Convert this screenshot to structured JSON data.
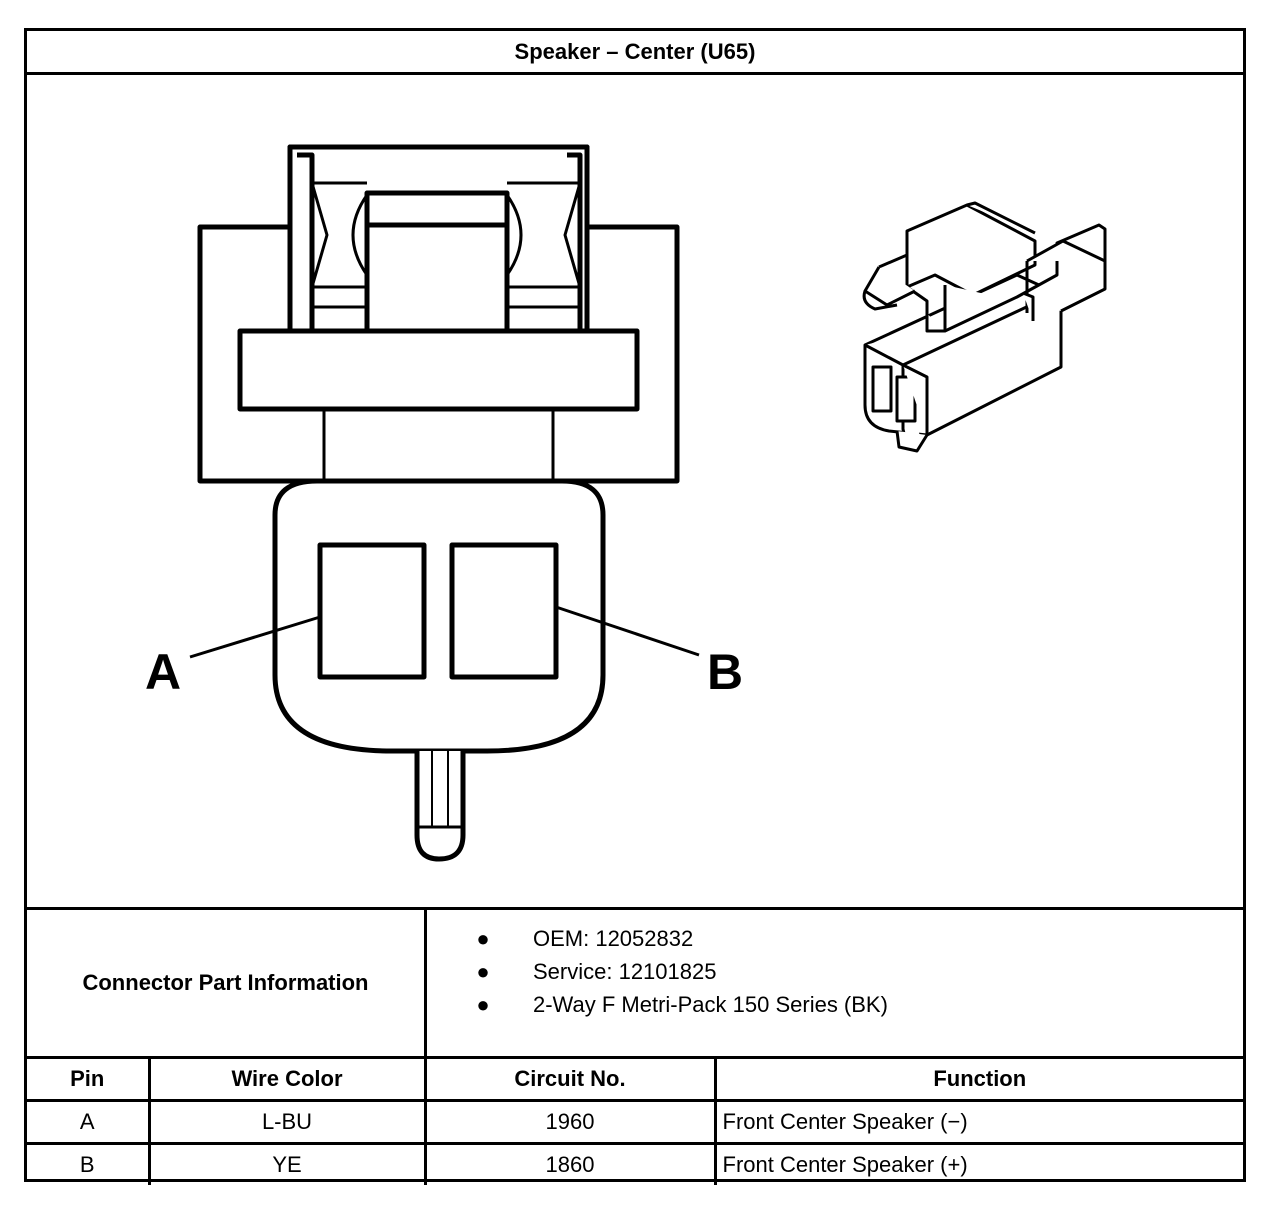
{
  "title": "Speaker – Center (U65)",
  "diagram": {
    "pin_labels": [
      "A",
      "B"
    ]
  },
  "connector_info": {
    "label": "Connector Part Information",
    "items": [
      "OEM: 12052832",
      "Service: 12101825",
      "2-Way F Metri-Pack 150 Series (BK)"
    ]
  },
  "pin_table": {
    "headers": [
      "Pin",
      "Wire Color",
      "Circuit No.",
      "Function"
    ],
    "rows": [
      [
        "A",
        "L-BU",
        "1960",
        "Front Center Speaker (−)"
      ],
      [
        "B",
        "YE",
        "1860",
        "Front Center Speaker (+)"
      ]
    ]
  }
}
